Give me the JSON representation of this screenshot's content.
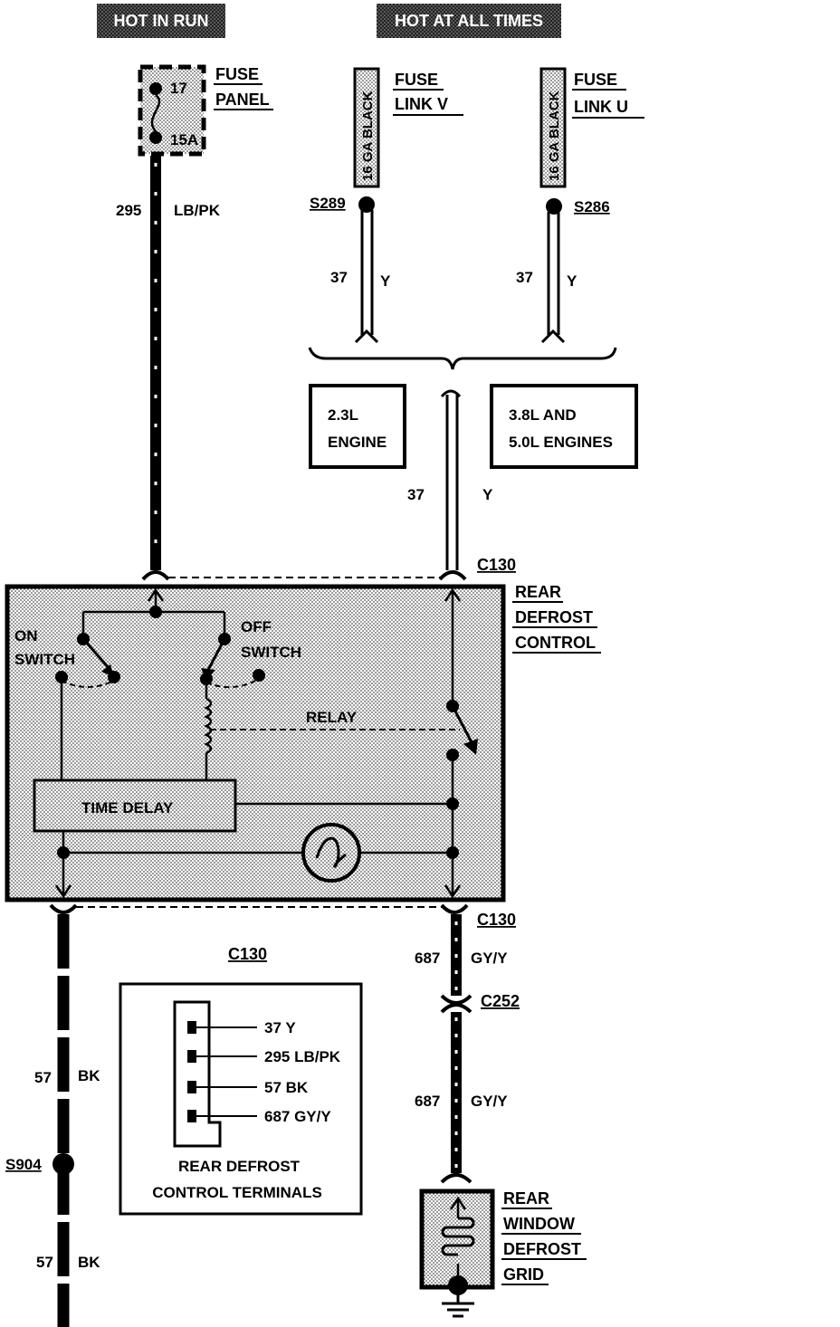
{
  "colors": {
    "ink": "#000000",
    "stipple": "#d9d9d9",
    "paper": "#ffffff"
  },
  "headers": {
    "hot_in_run": "HOT IN RUN",
    "hot_at_all_times": "HOT AT ALL TIMES"
  },
  "fuse_panel": {
    "label_line1": "FUSE",
    "label_line2": "PANEL",
    "pin_top": "17",
    "rating": "15A"
  },
  "fuse_link_v": {
    "label_line1": "FUSE",
    "label_line2": "LINK V",
    "wire_gauge": "16 GA BLACK",
    "splice": "S289"
  },
  "fuse_link_u": {
    "label_line1": "FUSE",
    "label_line2": "LINK U",
    "wire_gauge": "16 GA BLACK",
    "splice": "S286"
  },
  "wires": {
    "w295": {
      "circuit": "295",
      "color": "LB/PK"
    },
    "w37_left": {
      "circuit": "37",
      "color": "Y"
    },
    "w37_right": {
      "circuit": "37",
      "color": "Y"
    },
    "w37_main": {
      "circuit": "37",
      "color": "Y"
    },
    "w687_upper": {
      "circuit": "687",
      "color": "GY/Y"
    },
    "w687_lower": {
      "circuit": "687",
      "color": "GY/Y"
    },
    "w57_upper": {
      "circuit": "57",
      "color": "BK"
    },
    "w57_lower": {
      "circuit": "57",
      "color": "BK"
    }
  },
  "engine_boxes": {
    "left_line1": "2.3L",
    "left_line2": "ENGINE",
    "right_line1": "3.8L AND",
    "right_line2": "5.0L ENGINES"
  },
  "connectors": {
    "c130_top": "C130",
    "c130_bottom": "C130",
    "c252": "C252",
    "s904": "S904"
  },
  "control": {
    "label_line1": "REAR",
    "label_line2": "DEFROST",
    "label_line3": "CONTROL",
    "on_switch_line1": "ON",
    "on_switch_line2": "SWITCH",
    "off_switch_line1": "OFF",
    "off_switch_line2": "SWITCH",
    "relay": "RELAY",
    "time_delay": "TIME DELAY"
  },
  "terminals": {
    "title": "C130",
    "items": [
      "37 Y",
      "295 LB/PK",
      "57 BK",
      "687 GY/Y"
    ],
    "caption_line1": "REAR DEFROST",
    "caption_line2": "CONTROL TERMINALS"
  },
  "grid": {
    "label_line1": "REAR",
    "label_line2": "WINDOW",
    "label_line3": "DEFROST",
    "label_line4": "GRID"
  }
}
